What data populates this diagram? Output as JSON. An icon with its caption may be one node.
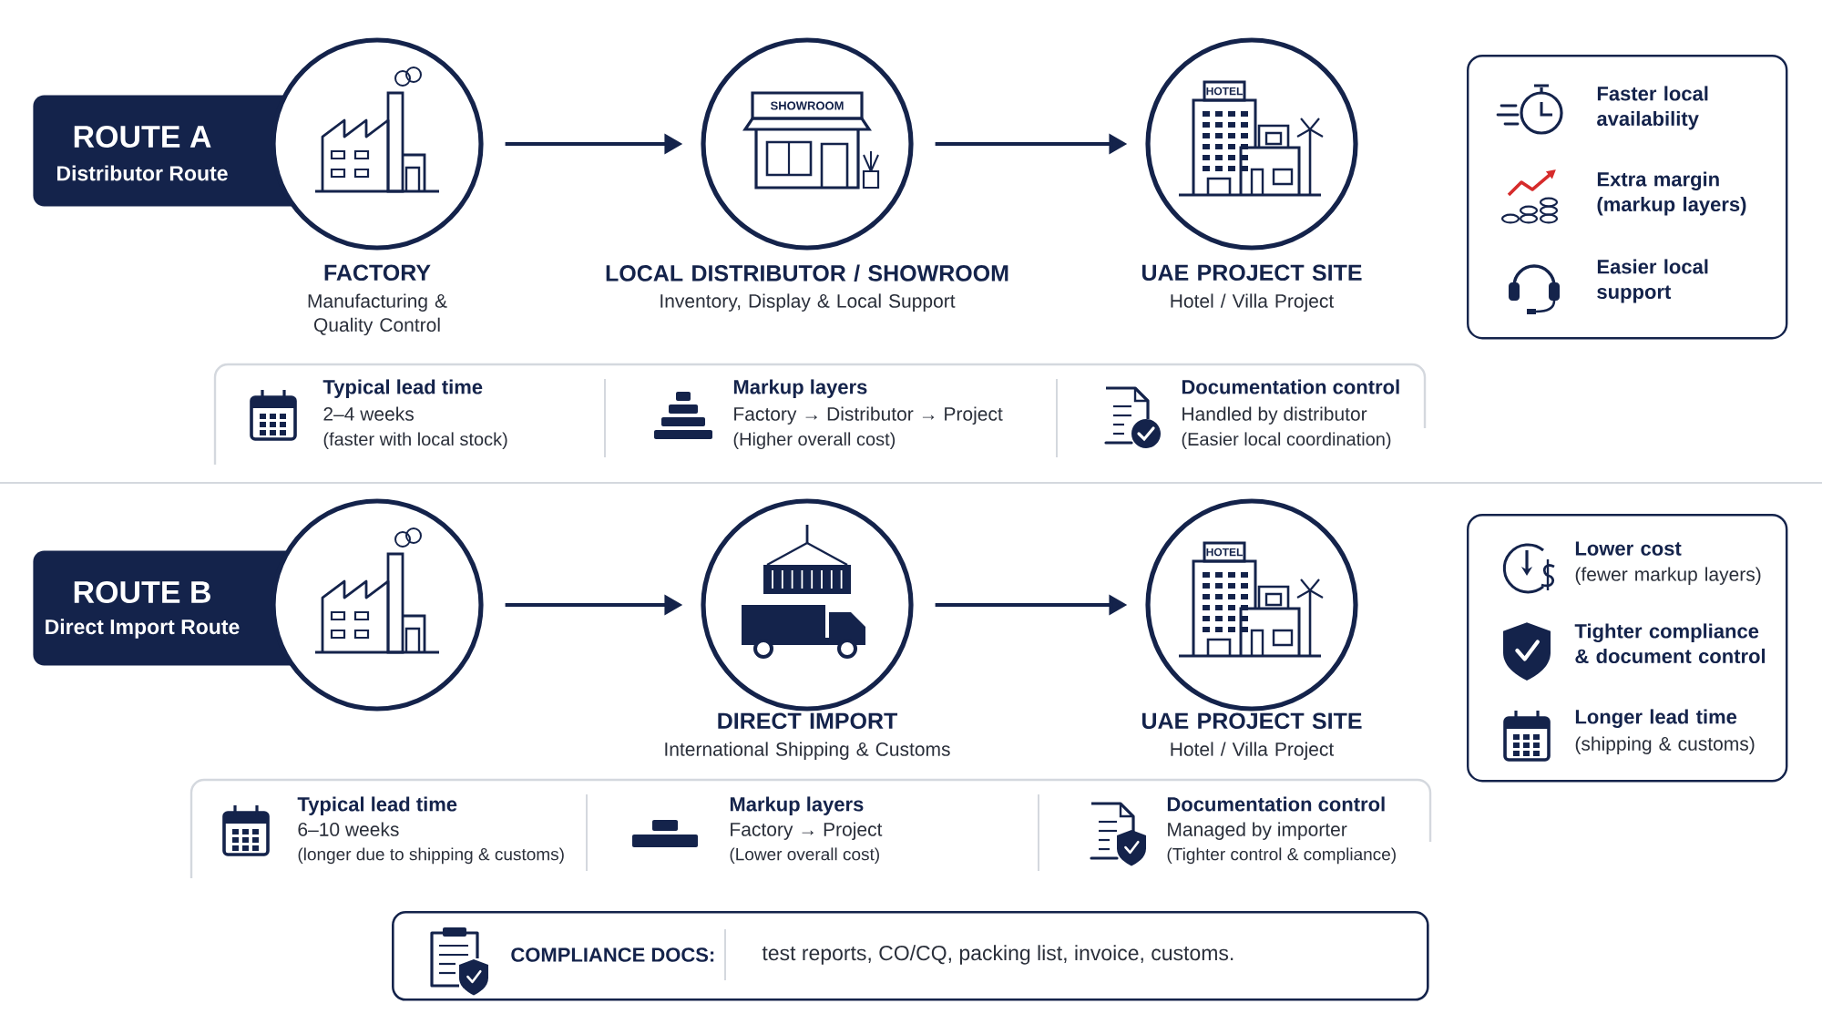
{
  "diagram": {
    "nodes": [
      {
        "text": [
          "ROUTE A",
          "Distributor Route"
        ]
      },
      {
        "text": [
          "FACTORY",
          "Manufacturing & Quality Control"
        ]
      },
      {
        "text": [
          "LOCAL DISTRIBUTOR / SHOWROOM",
          "Inventory, Display & Local Support"
        ]
      },
      {
        "text": [
          "UAE PROJECT SITE",
          "Hotel / Villa Project"
        ]
      },
      {
        "text": [
          "Faster local availability",
          "Extra margin (markup layers)",
          "Easier local support"
        ]
      },
      {
        "text": [
          "Typical lead time",
          "2–4 weeks",
          "(faster with local stock)",
          "Markup layers",
          "Factory → Distributor → Project",
          "(Higher overall cost)",
          "Documentation control",
          "Handled by distributor",
          "(Easier local coordination)"
        ]
      },
      {
        "text": [
          "ROUTE B",
          "Direct Import Route"
        ]
      },
      {
        "text": [],
        "shape": "circle"
      },
      {
        "text": [
          "DIRECT IMPORT",
          "International Shipping & Customs"
        ]
      },
      {
        "text": [
          "UAE PROJECT SITE",
          "Hotel / Villa Project"
        ]
      },
      {
        "text": [
          "Lower cost",
          "(fewer markup layers)",
          "Tighter compliance & document control",
          "Longer lead time",
          "(shipping & customs)"
        ]
      },
      {
        "text": [
          "Typical lead time",
          "6–10 weeks",
          "(longer due to shipping & customs)",
          "Markup layers",
          "Factory → Project",
          "(Lower overall cost)",
          "Documentation control",
          "Managed by importer",
          "(Tighter control & compliance)"
        ]
      },
      {
        "text": [
          "COMPLIANCE DOCS:",
          "test reports, CO/CQ, packing list, invoice, customs."
        ]
      }
    ],
    "edges": [
      {
        "from": 1,
        "to": 2,
        "arrow": "to"
      },
      {
        "from": 2,
        "to": 3,
        "arrow": "to"
      },
      {
        "from": 7,
        "to": 8,
        "arrow": "to"
      },
      {
        "from": 8,
        "to": 9,
        "arrow": "to"
      }
    ],
    "labels": [
      "SHOWROOM",
      "HOTEL",
      "HOTEL"
    ]
  }
}
